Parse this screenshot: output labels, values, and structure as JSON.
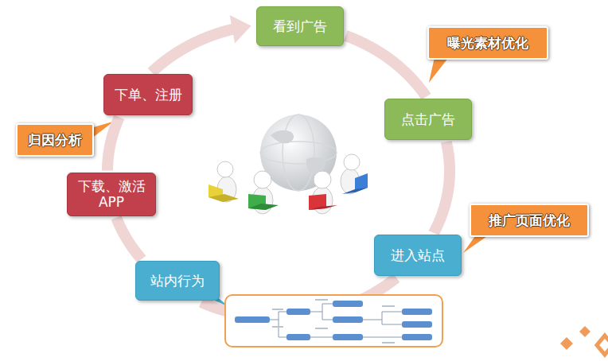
{
  "diagram": {
    "nodes": [
      {
        "text": [
          "看到广告"
        ]
      },
      {
        "text": [
          "曝光素材优化"
        ]
      },
      {
        "text": [
          "下单、注册"
        ]
      },
      {
        "text": [
          "点击广告"
        ]
      },
      {
        "text": [
          "归因分析"
        ]
      },
      {
        "text": [
          "下载、激活 APP"
        ]
      },
      {
        "text": [
          "推广页面优化"
        ]
      },
      {
        "text": [
          "进入站点"
        ]
      },
      {
        "text": [
          "站内行为"
        ]
      }
    ],
    "edges": [
      {
        "from": 0,
        "to": 3,
        "arrow": "none"
      },
      {
        "from": 3,
        "to": 7,
        "arrow": "none"
      },
      {
        "from": 7,
        "to": 8,
        "arrow": "none"
      },
      {
        "from": 8,
        "to": 5,
        "arrow": "none"
      },
      {
        "from": 5,
        "to": 2,
        "arrow": "none"
      },
      {
        "from": 2,
        "to": 0,
        "arrow": "to"
      }
    ]
  }
}
